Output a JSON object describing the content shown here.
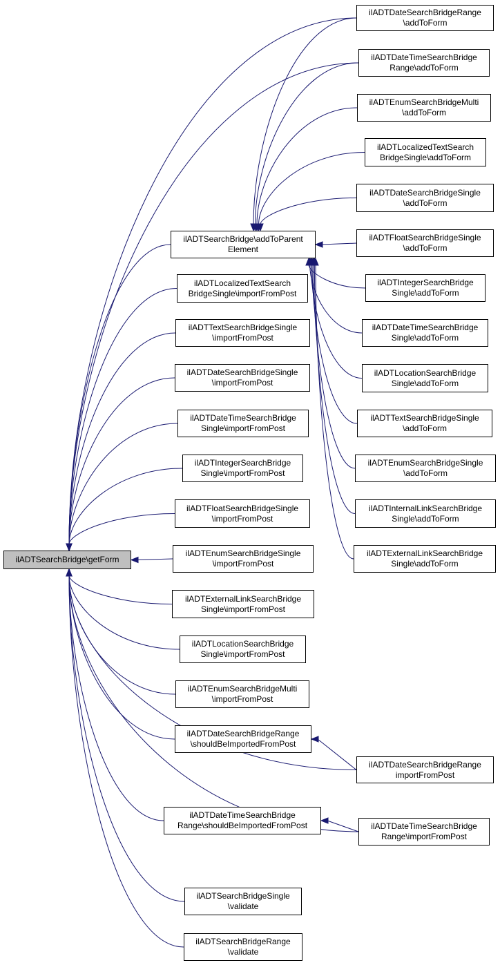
{
  "graph": {
    "edge_color": "#191970",
    "focus_fill": "#bfbfbf",
    "nodes": [
      {
        "id": "getForm",
        "label": "ilADTSearchBridge\\getForm",
        "focus": true
      },
      {
        "id": "addToParentElement",
        "label": "ilADTSearchBridge\\addToParent\nElement"
      },
      {
        "id": "r_dateRange_add",
        "label": "ilADTDateSearchBridgeRange\n\\addToForm"
      },
      {
        "id": "r_dateTimeRange_add",
        "label": "ilADTDateTimeSearchBridge\nRange\\addToForm"
      },
      {
        "id": "r_enumMulti_add",
        "label": "ilADTEnumSearchBridgeMulti\n\\addToForm"
      },
      {
        "id": "r_locText_add",
        "label": "ilADTLocalizedTextSearch\nBridgeSingle\\addToForm"
      },
      {
        "id": "r_dateSingle_add",
        "label": "ilADTDateSearchBridgeSingle\n\\addToForm"
      },
      {
        "id": "r_floatSingle_add",
        "label": "ilADTFloatSearchBridgeSingle\n\\addToForm"
      },
      {
        "id": "r_intSingle_add",
        "label": "ilADTIntegerSearchBridge\nSingle\\addToForm"
      },
      {
        "id": "r_dateTimeSingle_add",
        "label": "ilADTDateTimeSearchBridge\nSingle\\addToForm"
      },
      {
        "id": "r_locationSingle_add",
        "label": "ilADTLocationSearchBridge\nSingle\\addToForm"
      },
      {
        "id": "r_textSingle_add",
        "label": "ilADTTextSearchBridgeSingle\n\\addToForm"
      },
      {
        "id": "r_enumSingle_add",
        "label": "ilADTEnumSearchBridgeSingle\n\\addToForm"
      },
      {
        "id": "r_internalLink_add",
        "label": "ilADTInternalLinkSearchBridge\nSingle\\addToForm"
      },
      {
        "id": "r_externalLink_add",
        "label": "ilADTExternalLinkSearchBridge\nSingle\\addToForm"
      },
      {
        "id": "m_locText_import",
        "label": "ilADTLocalizedTextSearch\nBridgeSingle\\importFromPost"
      },
      {
        "id": "m_textSingle_import",
        "label": "ilADTTextSearchBridgeSingle\n\\importFromPost"
      },
      {
        "id": "m_dateSingle_import",
        "label": "ilADTDateSearchBridgeSingle\n\\importFromPost"
      },
      {
        "id": "m_dateTimeSingle_import",
        "label": "ilADTDateTimeSearchBridge\nSingle\\importFromPost"
      },
      {
        "id": "m_intSingle_import",
        "label": "ilADTIntegerSearchBridge\nSingle\\importFromPost"
      },
      {
        "id": "m_floatSingle_import",
        "label": "ilADTFloatSearchBridgeSingle\n\\importFromPost"
      },
      {
        "id": "m_enumSingle_import",
        "label": "ilADTEnumSearchBridgeSingle\n\\importFromPost"
      },
      {
        "id": "m_externalLink_import",
        "label": "ilADTExternalLinkSearchBridge\nSingle\\importFromPost"
      },
      {
        "id": "m_locationSingle_import",
        "label": "ilADTLocationSearchBridge\nSingle\\importFromPost"
      },
      {
        "id": "m_enumMulti_import",
        "label": "ilADTEnumSearchBridgeMulti\n\\importFromPost"
      },
      {
        "id": "m_dateRange_should",
        "label": "ilADTDateSearchBridgeRange\n\\shouldBeImportedFromPost"
      },
      {
        "id": "m_dateTimeRange_should",
        "label": "ilADTDateTimeSearchBridge\nRange\\shouldBeImportedFromPost"
      },
      {
        "id": "m_single_validate",
        "label": "ilADTSearchBridgeSingle\n\\validate"
      },
      {
        "id": "m_range_validate",
        "label": "ilADTSearchBridgeRange\n\\validate"
      },
      {
        "id": "r_dateRange_import",
        "label": "ilADTDateSearchBridgeRange\nimportFromPost"
      },
      {
        "id": "r_dateTimeRange_import",
        "label": "ilADTDateTimeSearchBridge\nRange\\importFromPost"
      }
    ],
    "edges": [
      {
        "from": "r_dateRange_add",
        "to": "getForm"
      },
      {
        "from": "r_dateTimeRange_add",
        "to": "getForm"
      },
      {
        "from": "addToParentElement",
        "to": "getForm"
      },
      {
        "from": "m_locText_import",
        "to": "getForm"
      },
      {
        "from": "m_textSingle_import",
        "to": "getForm"
      },
      {
        "from": "m_dateSingle_import",
        "to": "getForm"
      },
      {
        "from": "m_dateTimeSingle_import",
        "to": "getForm"
      },
      {
        "from": "m_intSingle_import",
        "to": "getForm"
      },
      {
        "from": "m_floatSingle_import",
        "to": "getForm"
      },
      {
        "from": "m_enumSingle_import",
        "to": "getForm"
      },
      {
        "from": "m_externalLink_import",
        "to": "getForm"
      },
      {
        "from": "m_locationSingle_import",
        "to": "getForm"
      },
      {
        "from": "m_enumMulti_import",
        "to": "getForm"
      },
      {
        "from": "m_dateRange_should",
        "to": "getForm"
      },
      {
        "from": "r_dateRange_import",
        "to": "getForm"
      },
      {
        "from": "m_dateTimeRange_should",
        "to": "getForm"
      },
      {
        "from": "r_dateTimeRange_import",
        "to": "getForm"
      },
      {
        "from": "m_single_validate",
        "to": "getForm"
      },
      {
        "from": "m_range_validate",
        "to": "getForm"
      },
      {
        "from": "r_dateRange_add",
        "to": "addToParentElement"
      },
      {
        "from": "r_dateTimeRange_add",
        "to": "addToParentElement"
      },
      {
        "from": "r_enumMulti_add",
        "to": "addToParentElement"
      },
      {
        "from": "r_locText_add",
        "to": "addToParentElement"
      },
      {
        "from": "r_dateSingle_add",
        "to": "addToParentElement"
      },
      {
        "from": "r_floatSingle_add",
        "to": "addToParentElement"
      },
      {
        "from": "r_intSingle_add",
        "to": "addToParentElement"
      },
      {
        "from": "r_dateTimeSingle_add",
        "to": "addToParentElement"
      },
      {
        "from": "r_locationSingle_add",
        "to": "addToParentElement"
      },
      {
        "from": "r_textSingle_add",
        "to": "addToParentElement"
      },
      {
        "from": "r_enumSingle_add",
        "to": "addToParentElement"
      },
      {
        "from": "r_internalLink_add",
        "to": "addToParentElement"
      },
      {
        "from": "r_externalLink_add",
        "to": "addToParentElement"
      },
      {
        "from": "r_dateRange_import",
        "to": "m_dateRange_should"
      },
      {
        "from": "r_dateTimeRange_import",
        "to": "m_dateTimeRange_should"
      }
    ]
  }
}
